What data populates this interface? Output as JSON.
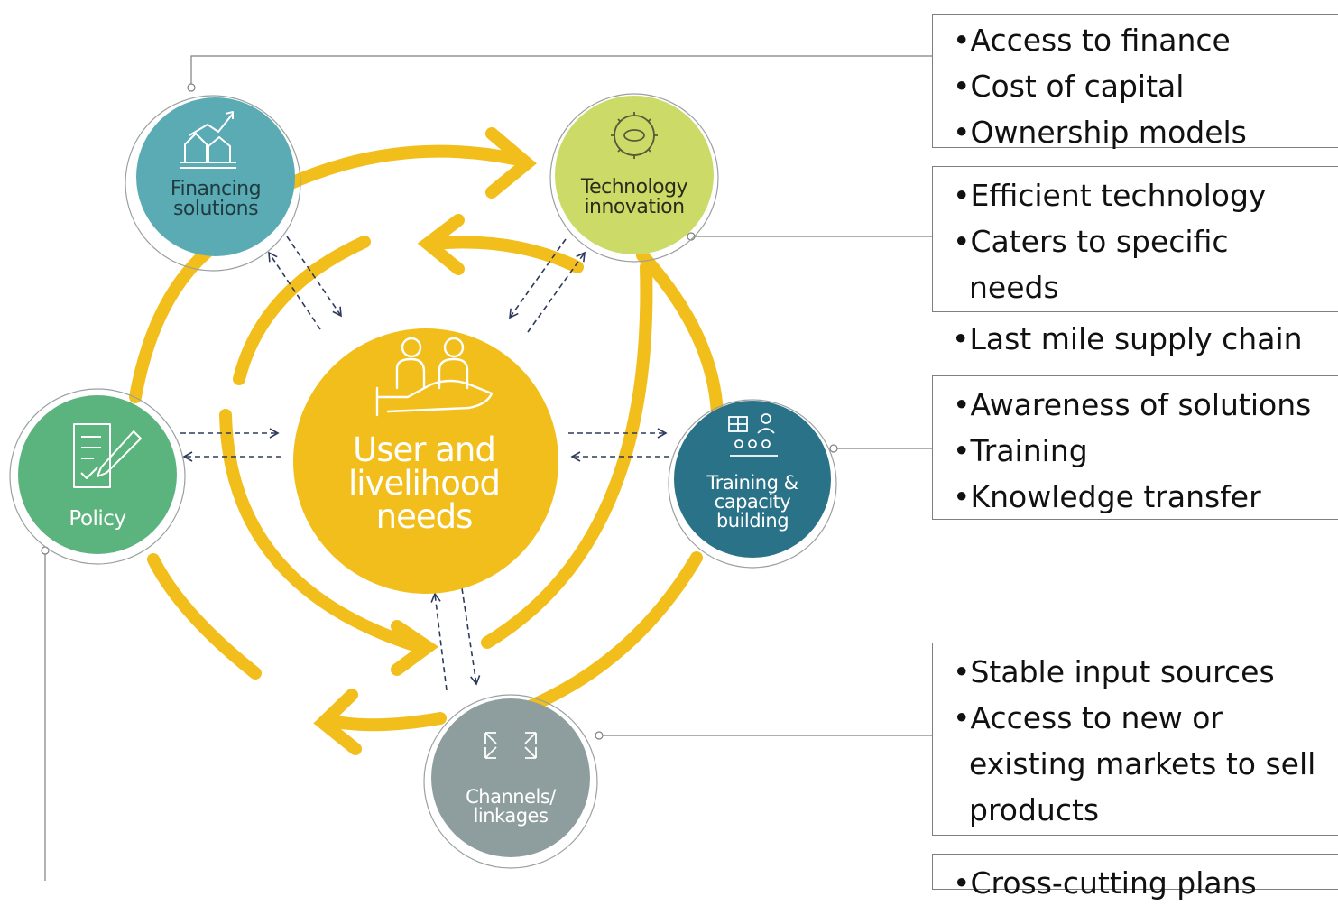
{
  "center": {
    "lines": [
      "User and",
      "livelihood",
      "needs"
    ]
  },
  "nodes": {
    "financing": {
      "lines": [
        "Financing",
        "solutions"
      ],
      "color": "#5BABB5",
      "icon": "bar-chart-growth-icon"
    },
    "technology": {
      "lines": [
        "Technology",
        "innovation"
      ],
      "color": "#CCDB68",
      "icon": "gear-icon"
    },
    "training": {
      "lines": [
        "Training &",
        "capacity",
        "building"
      ],
      "color": "#2A7288",
      "icon": "training-presentation-icon"
    },
    "channels": {
      "lines": [
        "Channels/",
        "linkages"
      ],
      "color": "#8E9E9E",
      "icon": "expand-arrows-icon"
    },
    "policy": {
      "lines": [
        "Policy"
      ],
      "color": "#5BB37E",
      "icon": "document-pen-icon"
    }
  },
  "boxes": {
    "financing": [
      "•Access to finance",
      "•Cost of capital",
      "•Ownership models"
    ],
    "technology": [
      "•Efficient technology",
      "•Caters to specific",
      "needs",
      "•Last mile supply chain"
    ],
    "training": [
      "•Awareness of solutions",
      "•Training",
      "•Knowledge transfer"
    ],
    "channels": [
      "•Stable input sources",
      "•Access to new or",
      "existing markets to sell",
      "products"
    ],
    "policy": [
      "•Cross-cutting plans"
    ]
  },
  "colors": {
    "ring": "#F2BE1B",
    "center": "#F2BE1B",
    "connector": "#7f7f7f",
    "dashed": "#2E3A5C"
  }
}
